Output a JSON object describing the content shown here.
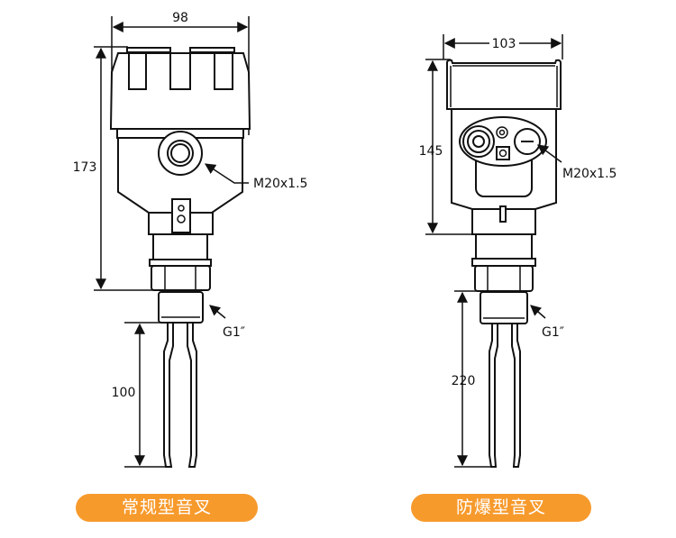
{
  "standard": {
    "width_dim": "98",
    "height_dim": "173",
    "fork_dim": "100",
    "cable_label": "M20x1.5",
    "thread_label": "G1″",
    "title": "常规型音叉"
  },
  "explosion_proof": {
    "width_dim": "103",
    "height_dim": "145",
    "fork_dim": "220",
    "cable_label": "M20x1.5",
    "thread_label": "G1″",
    "title": "防爆型音叉"
  },
  "colors": {
    "accent": "#f79a2c",
    "line": "#111111"
  }
}
